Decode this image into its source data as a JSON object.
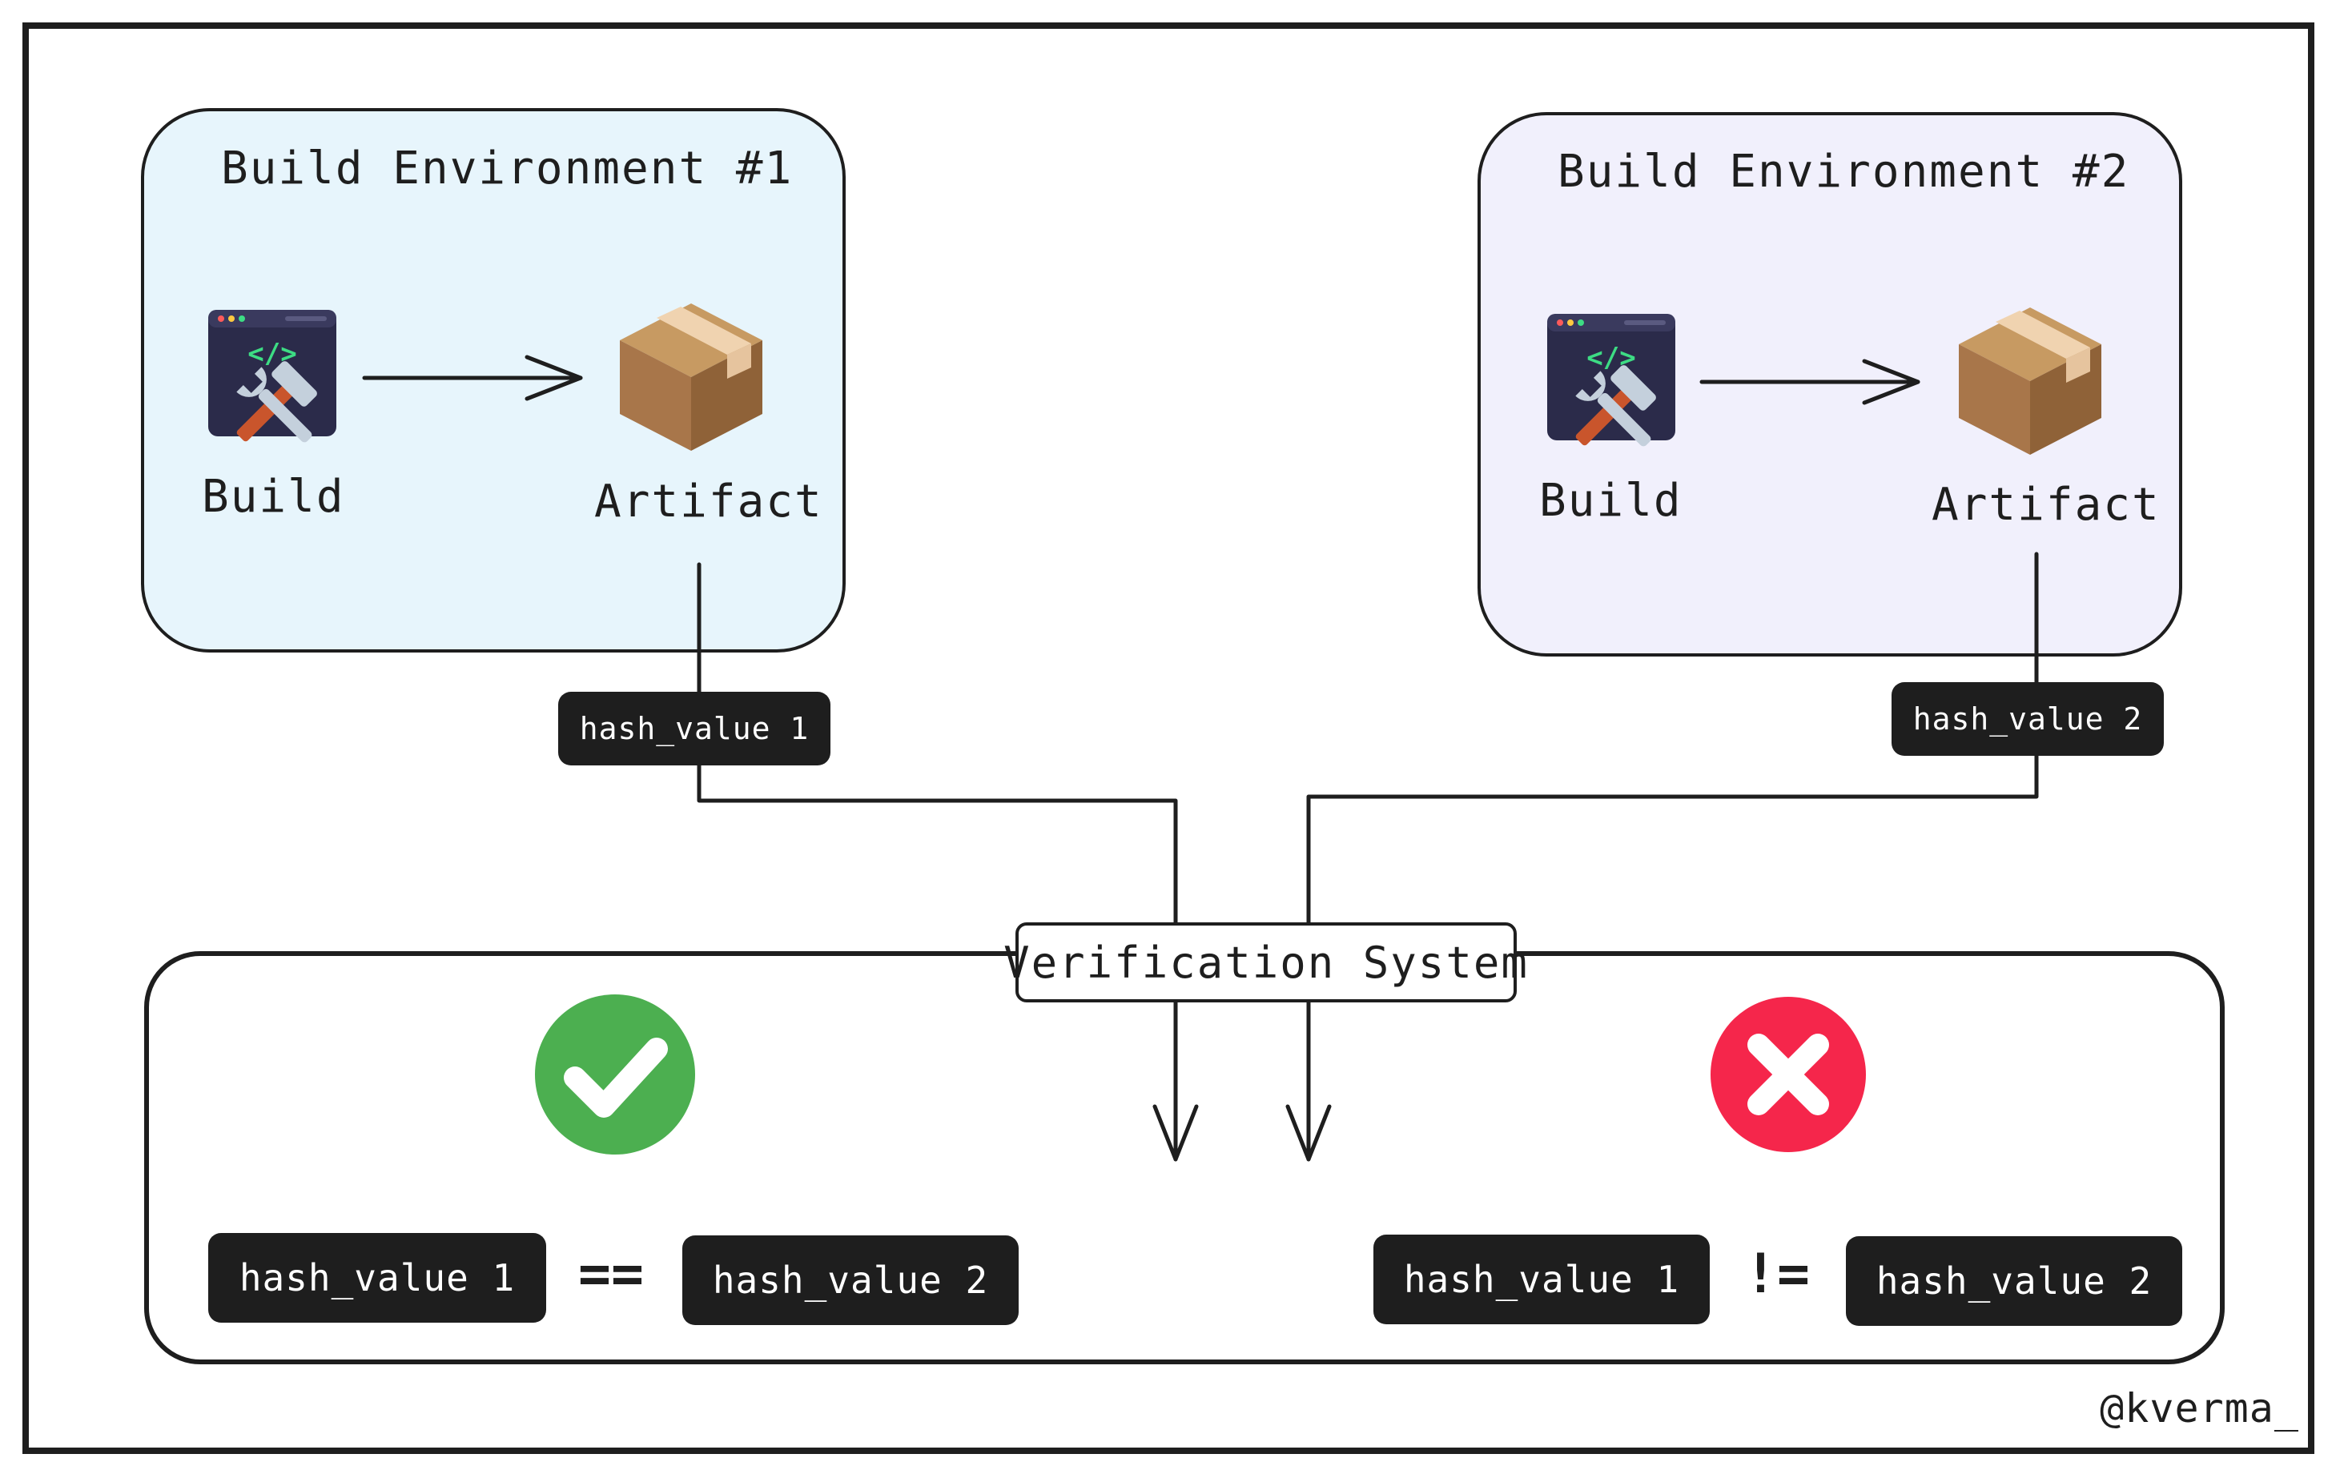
{
  "environments": [
    {
      "title": "Build Environment #1",
      "build_label": "Build",
      "artifact_label": "Artifact",
      "hash_label": "hash_value 1"
    },
    {
      "title": "Build Environment #2",
      "build_label": "Build",
      "artifact_label": "Artifact",
      "hash_label": "hash_value 2"
    }
  ],
  "verification": {
    "title": "Verification System",
    "match": {
      "left": "hash_value 1",
      "operator": "==",
      "right": "hash_value 2",
      "icon": "check-circle-icon",
      "color": "#4caf50"
    },
    "mismatch": {
      "left": "hash_value 1",
      "operator": "!=",
      "right": "hash_value 2",
      "icon": "x-circle-icon",
      "color": "#f5264b"
    }
  },
  "credit": "@kverma_",
  "colors": {
    "env1_fill": "#e7f5fc",
    "env2_fill": "#f1f0fc",
    "stroke": "#1e1e1e",
    "chip_fill": "#1e1e1e"
  }
}
